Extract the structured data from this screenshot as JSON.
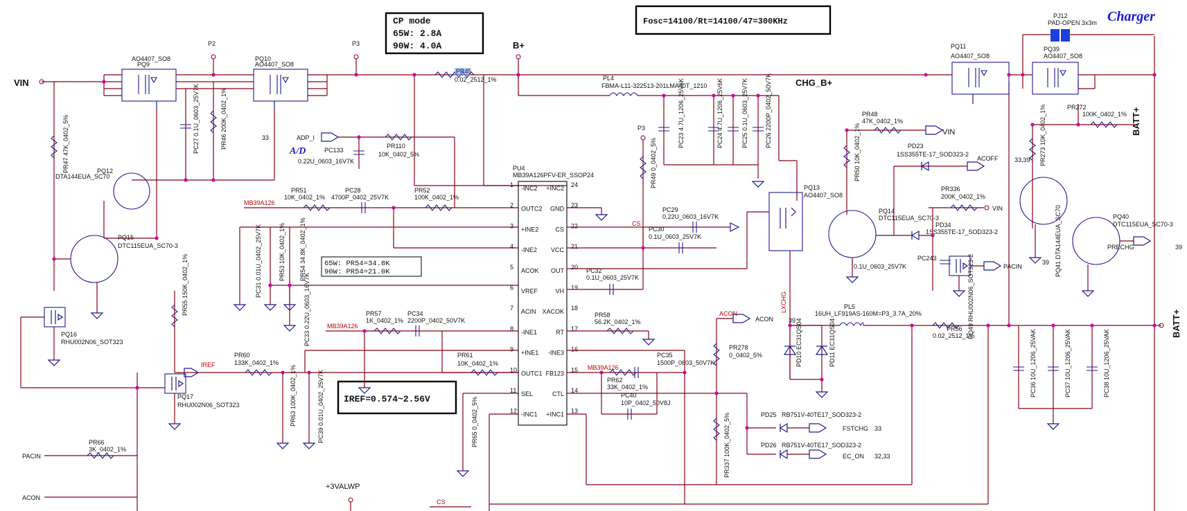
{
  "title": "Charger",
  "notes": {
    "cp_mode": [
      "CP mode",
      "65W: 2.8A",
      "90W: 4.0A"
    ],
    "fosc": "Fosc=14100/Rt=14100/47=300KHz",
    "pr54": [
      "65W: PR54=34.8K",
      "90W: PR54=21.0K"
    ],
    "iref": "IREF=0.574~2.56V"
  },
  "nets": {
    "vin": "VIN",
    "b_plus": "B+",
    "chg_b_plus": "CHG_B+",
    "batt_plus_1": "BATT+",
    "batt_plus_2": "BATT+",
    "p2": "P2",
    "p3a": "P3",
    "p3b": "P3",
    "valwp": "+3VALWP",
    "vin2": "VIN",
    "vin3": "VIN",
    "acoff": "ACOFF",
    "pacin": "PACIN",
    "pacin2": "PACIN",
    "acon": "ACON",
    "acon2": "ACON",
    "adp_i": "ADP_I",
    "ad": "A/D",
    "iref": "IREF",
    "cs": "CS",
    "cs2": "CS",
    "lxchg": "LXCHG",
    "fstchg": "FSTCHG",
    "ec_on": "EC_ON",
    "prechg": "PRECHG",
    "mb1": "MB39A126",
    "mb2": "MB39A126",
    "mb3": "MB39A126"
  },
  "refs": {
    "r33a": "33",
    "r33b": "33",
    "r3233": "32,33",
    "r3339": "33,39",
    "r39a": "39",
    "r39b": "39",
    "r39c": "39"
  },
  "parts": {
    "pq9": [
      "PQ9",
      "AO4407_SO8"
    ],
    "pq10": [
      "PQ10",
      "AO4407_SO8"
    ],
    "pq11": [
      "PQ11",
      "AO4407_SO8"
    ],
    "pq39": [
      "PQ39",
      "AO4407_SO8"
    ],
    "pj12": [
      "PJ12",
      "PAD-OPEN 3x3m"
    ],
    "pr45": [
      "PR45",
      "0.02_2512_1%"
    ],
    "pl4": [
      "PL4",
      "FBMA-L11-322513-201LMA40T_1210"
    ],
    "pc23": [
      "PC23",
      "4.7U_1206_25V6K"
    ],
    "pc24": [
      "PC24",
      "4.7U_1206_25V6K"
    ],
    "pc25": [
      "PC25",
      "0.1U_0603_25V7K"
    ],
    "pc26": [
      "PC26",
      "2200P_0402_50V7K"
    ],
    "pc27": [
      "PC27",
      "0.1U_0603_25V7K"
    ],
    "pr46": [
      "PR46",
      "200K_0402_1%"
    ],
    "pr47": [
      "PR47",
      "47K_0402_5%"
    ],
    "pq12": [
      "PQ12",
      "DTA144EUA_SC70"
    ],
    "pq15": [
      "PQ15",
      "DTC115EUA_SC70-3"
    ],
    "pq16": [
      "PQ16",
      "RHU002N06_SOT323"
    ],
    "pq17": [
      "PQ17",
      "RHU002N06_SOT323"
    ],
    "pr55": [
      "PR55",
      "150K_0402_1%"
    ],
    "pc133": [
      "PC133",
      "0.22U_0603_16V7K"
    ],
    "pr110": [
      "PR110",
      "10K_0402_5%"
    ],
    "pr51": [
      "PR51",
      "10K_0402_1%"
    ],
    "pc28": [
      "PC28",
      "4700P_0402_25V7K"
    ],
    "pr52": [
      "PR52",
      "100K_0402_1%"
    ],
    "pc31": [
      "PC31",
      "0.01U_0402_25V7K"
    ],
    "pr53": [
      "PR53",
      "10K_0402_1%"
    ],
    "pr54": [
      "PR54",
      "34.8K_0402_1%"
    ],
    "pc33": [
      "PC33",
      "0.22U_0603_16V7K"
    ],
    "pr57": [
      "PR57",
      "1K_0402_1%"
    ],
    "pc34": [
      "PC34",
      "2200P_0402_50V7K"
    ],
    "pr60": [
      "PR60",
      "133K_0402_1%"
    ],
    "pr63": [
      "PR63",
      "100K_0402_1%"
    ],
    "pc39": [
      "PC39",
      "0.01U_0402_25V7K"
    ],
    "pr61": [
      "PR61",
      "10K_0402_1%"
    ],
    "pr65": [
      "PR65",
      "0_0402_5%"
    ],
    "pr66": [
      "PR66",
      "3K_0402_1%"
    ],
    "pu4": [
      "PU4",
      "MB39A126PFV-ER_SSOP24"
    ],
    "pc29": [
      "PC29",
      "0.22U_0603_16V7K"
    ],
    "pc30": [
      "PC30",
      "0.1U_0603_25V7K"
    ],
    "pc32": [
      "PC32",
      "0.1U_0603_25V7K"
    ],
    "pr49": [
      "PR49",
      "0_0402_5%"
    ],
    "pr58": [
      "PR58",
      "56.2K_0402_1%"
    ],
    "pr62": [
      "PR62",
      "33K_0402_1%"
    ],
    "pc35": [
      "PC35",
      "1500P_0603_50V7K"
    ],
    "pc40": [
      "PC40",
      "10P_0402_50V8J"
    ],
    "pq13": [
      "PQ13",
      "AO4407_SO8"
    ],
    "pr278": [
      "PR278",
      "0_0402_5%"
    ],
    "pr337": [
      "PR337",
      "100K_0402_5%"
    ],
    "pd25": [
      "PD25",
      "RB751V-40TE17_SOD323-2"
    ],
    "pd26": [
      "PD26",
      "RB751V-40TE17_SOD323-2"
    ],
    "pd10": [
      "PD10",
      "EC31QS04"
    ],
    "pd11": [
      "PD11",
      "EC31QS04"
    ],
    "pl5": [
      "PL5",
      "16UH_LF919AS-160M=P3_3.7A_20%"
    ],
    "pr56": [
      "PR56",
      "0.02_2512_1%"
    ],
    "pr48": [
      "PR48",
      "47K_0402_1%"
    ],
    "pr50": [
      "PR50",
      "10K_0402_1%"
    ],
    "pd23": [
      "PD23",
      "1SS355TE-17_SOD323-2"
    ],
    "pr336": [
      "PR336",
      "200K_0402_1%"
    ],
    "pq14": [
      "PQ14",
      "DTC115EUA_SC70-3"
    ],
    "pd34": [
      "PD34",
      "1SS355TE-17_SOD323-2"
    ],
    "pc243": [
      "PC243",
      "0.1U_0603_25V7K"
    ],
    "pq49": [
      "PQ49",
      "RHU002N06_SOT323-2"
    ],
    "pc36": [
      "PC36",
      "10U_1206_25VAK"
    ],
    "pc37": [
      "PC37",
      "10U_1206_25VAK"
    ],
    "pc38": [
      "PC38",
      "10U_1206_25VAK"
    ],
    "pr272": [
      "PR272",
      "100K_0402_1%"
    ],
    "pr273": [
      "PR273",
      "10K_0402_1%"
    ],
    "pq41": [
      "PQ41",
      "DTA144EUA_SC70"
    ],
    "pq40": [
      "PQ40",
      "DTC115EUA_SC70-3"
    ]
  },
  "pu4_pins_left": [
    {
      "num": "1",
      "name": "-INC2"
    },
    {
      "num": "2",
      "name": "OUTC2"
    },
    {
      "num": "3",
      "name": "+INE2"
    },
    {
      "num": "4",
      "name": "-INE2"
    },
    {
      "num": "5",
      "name": "ACOK"
    },
    {
      "num": "6",
      "name": "VREF"
    },
    {
      "num": "7",
      "name": "ACIN"
    },
    {
      "num": "8",
      "name": "-INE1"
    },
    {
      "num": "9",
      "name": "+INE1"
    },
    {
      "num": "10",
      "name": "OUTC1"
    },
    {
      "num": "11",
      "name": "SEL"
    },
    {
      "num": "12",
      "name": "-INC1"
    }
  ],
  "pu4_pins_right": [
    {
      "num": "24",
      "name": "+INC2"
    },
    {
      "num": "23",
      "name": "GND"
    },
    {
      "num": "22",
      "name": "CS"
    },
    {
      "num": "21",
      "name": "VCC"
    },
    {
      "num": "20",
      "name": "OUT"
    },
    {
      "num": "19",
      "name": "VH"
    },
    {
      "num": "18",
      "name": "XACOK"
    },
    {
      "num": "17",
      "name": "RT"
    },
    {
      "num": "16",
      "name": "-INE3"
    },
    {
      "num": "15",
      "name": "FB123"
    },
    {
      "num": "14",
      "name": "CTL"
    },
    {
      "num": "13",
      "name": "+INC1"
    }
  ]
}
